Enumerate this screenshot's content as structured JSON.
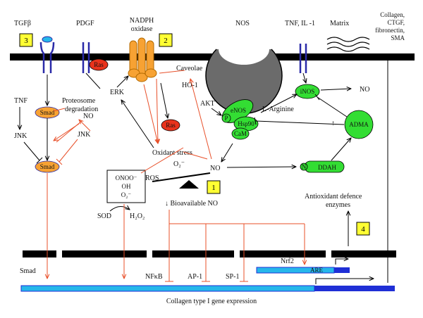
{
  "colors": {
    "black": "#000000",
    "orange_arrow": "#e8502a",
    "orange_node": "#f7a233",
    "red_node": "#e8331c",
    "green_node": "#33dd33",
    "gray_cave": "#6b6b6b",
    "blue_receptor": "#2a2aa8",
    "cyan_bar": "#26b7ea",
    "blue_bar": "#1f2fd6",
    "yellow_box": "#ffff33"
  },
  "labels": {
    "tgfb": "TGFβ",
    "pdgf": "PDGF",
    "nadph": "NADPH",
    "oxidase": "oxidase",
    "nos": "NOS",
    "tnf_il1": "TNF, IL -1",
    "matrix": "Matrix",
    "matrix_list": [
      "Collagen,",
      "CTGF,",
      "fibronectin,",
      "SMA"
    ],
    "caveolae": "Caveolae",
    "ras1": "Ras",
    "ras2": "Ras",
    "erk": "ERK",
    "ho1": "HO-1",
    "akt": "AKT",
    "p": "P",
    "enos": "eNOS",
    "hsp90": "Hsp90",
    "cam": "CaM",
    "l_arginine": "L-Arginine",
    "inos": "iNOS",
    "no_top": "NO",
    "adma": "ADMA",
    "ddah": "DDAH",
    "n": "N",
    "tnf": "TNF",
    "jnk1": "JNK",
    "jnk2": "JNK",
    "smad1": "Smad",
    "smad2": "Smad",
    "proteosome": [
      "Proteosome",
      "degradation"
    ],
    "no_mid": "NO",
    "oxidant_stress": "Oxidant stress",
    "o2_minus": "O₂⁻",
    "no_center": "NO",
    "ros": "ROS",
    "species": [
      "ONOO⁻",
      "OH",
      "O₂⁻"
    ],
    "bioavailable": "↓ Bioavailable NO",
    "sod": "SOD",
    "h2o2": "H₂O₂",
    "antioxidant": [
      "Antioxidant defence",
      "enzymes"
    ],
    "smad_bottom": "Smad",
    "nfkb": "NFκB",
    "ap1": "AP-1",
    "sp1": "SP-1",
    "nrf2": "Nrf2",
    "are": "ARE",
    "collagen_expr": "Collagen type I gene expression",
    "up_arrow": "↑"
  },
  "boxes": [
    "3",
    "2",
    "1",
    "4"
  ]
}
